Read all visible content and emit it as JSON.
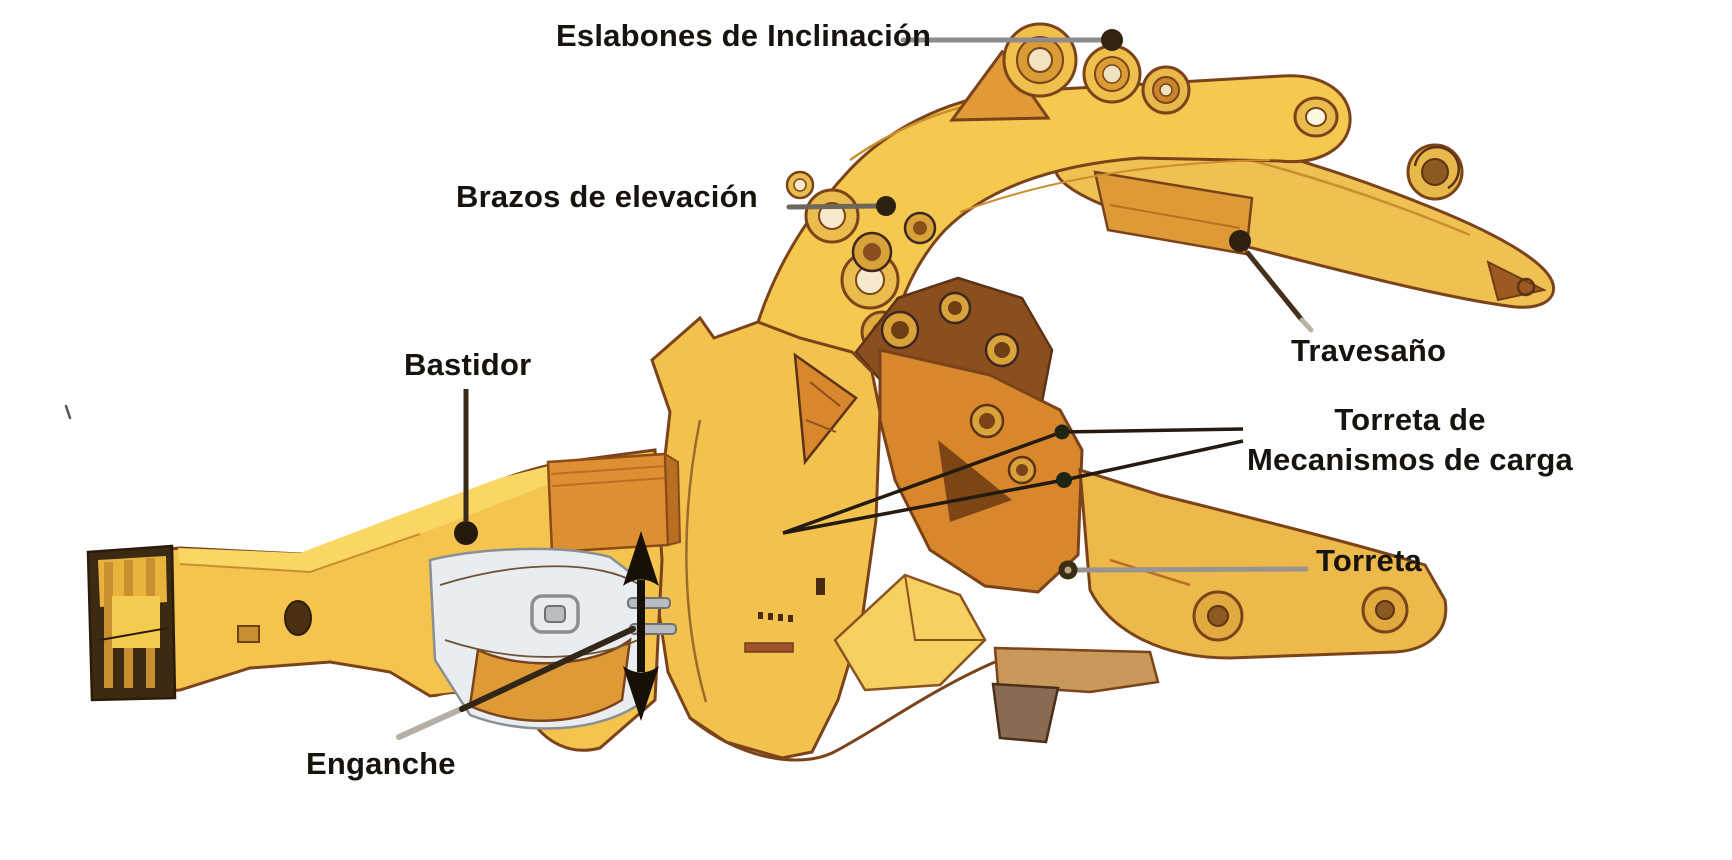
{
  "diagram": {
    "background": "#fefefe",
    "label_text_color": "#17130f",
    "labels": {
      "eslabones_inclinacion": "Eslabones de Inclinación",
      "brazos_elevacion": "Brazos de elevación",
      "bastidor": "Bastidor",
      "travesano": "Travesaño",
      "torreta_mecanismos_line1": "Torreta de",
      "torreta_mecanismos_line2": "Mecanismos de carga",
      "torreta": "Torreta",
      "enganche": "Enganche"
    },
    "leader_marks": {
      "eslabones_inclinacion": "grey line with dark dot on tilt links",
      "brazos_elevacion": "grey line with dark dot on lift arm",
      "bastidor": "vertical dark line with dot on rear frame",
      "travesano": "diagonal line from dot on crossbeam",
      "torreta_mecanismos": "two thin lines with two dots converging at label",
      "torreta": "horizontal grey line with ring dot on turret plate",
      "enganche": "diagonal line from label to hitch, plus vertical double-headed arrow"
    },
    "illustration_colors": {
      "body_yellow": "#F4C44E",
      "top_face_yellow": "#F8D765",
      "side_orange": "#DE9232",
      "deep_orange": "#B96F22",
      "outline_brown": "#7B431A",
      "shadow_brown": "#4A2A0E",
      "metal_grey": "#B9BDC2",
      "arrow_black": "#171007"
    }
  }
}
